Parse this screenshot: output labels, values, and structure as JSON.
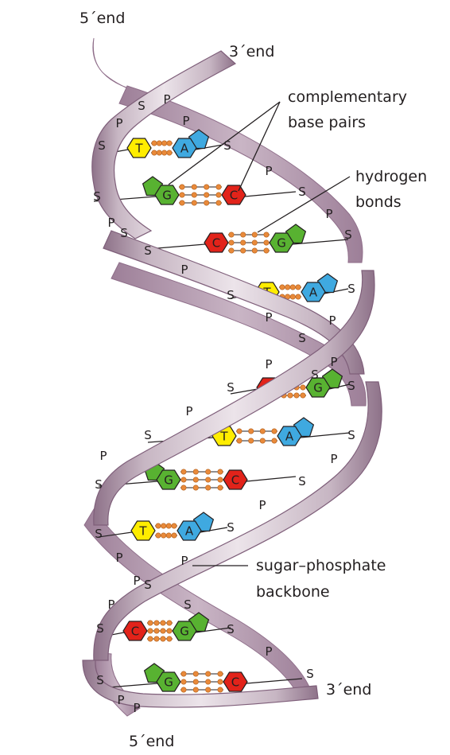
{
  "labels": {
    "top_left_end": "5´end",
    "top_right_end": "3´end",
    "complementary": [
      "complementary",
      "base pairs"
    ],
    "hydrogen": [
      "hydrogen",
      "bonds"
    ],
    "backbone": [
      "sugar–phosphate",
      "backbone"
    ],
    "bottom_right_end": "3´end",
    "bottom_left_end": "5´end"
  },
  "backbone_letters": {
    "sugar": "S",
    "phosphate": "P"
  },
  "base_pairs": [
    {
      "left": "T",
      "right": "A"
    },
    {
      "left": "G",
      "right": "C"
    },
    {
      "left": "C",
      "right": "G"
    },
    {
      "left": "T",
      "right": "A"
    },
    {
      "left": "C",
      "right": "G"
    },
    {
      "left": "T",
      "right": "A"
    },
    {
      "left": "G",
      "right": "C"
    },
    {
      "left": "T",
      "right": "A"
    },
    {
      "left": "C",
      "right": "G"
    },
    {
      "left": "G",
      "right": "C"
    }
  ],
  "colors": {
    "T": "#ffed00",
    "A": "#3fa9e0",
    "G": "#58b231",
    "C": "#e2231a",
    "ribbon": "#cdbcc8",
    "ribbon_dark": "#8b6e87",
    "hydrogen_bond": "#e98a3a"
  }
}
